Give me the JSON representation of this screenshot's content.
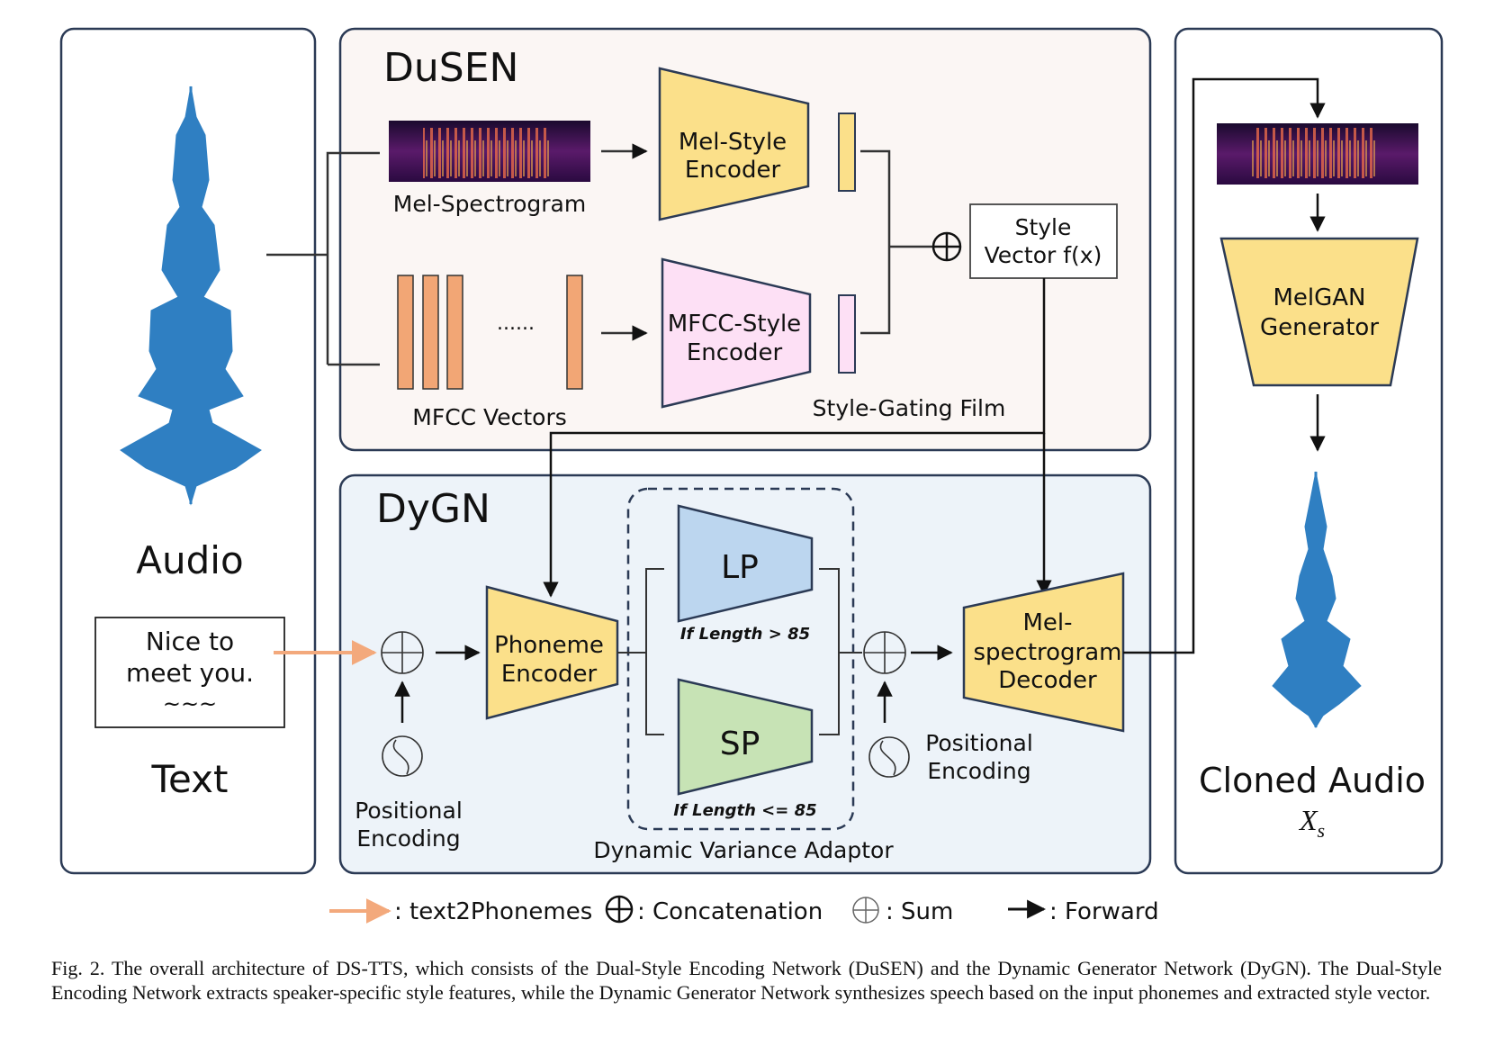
{
  "panels": {
    "dusen_title": "DuSEN",
    "dygn_title": "DyGN"
  },
  "input": {
    "audio_label": "Audio",
    "text_label": "Text",
    "text_box_line1": "Nice to",
    "text_box_line2": "meet you.",
    "text_box_line3": "~~~"
  },
  "dusen": {
    "mel_spectrogram_label": "Mel-Spectrogram",
    "mfcc_vectors_label": "MFCC Vectors",
    "mfcc_ellipsis": "......",
    "mel_encoder_line1": "Mel-Style",
    "mel_encoder_line2": "Encoder",
    "mfcc_encoder_line1": "MFCC-Style",
    "mfcc_encoder_line2": "Encoder",
    "style_vector_line1": "Style",
    "style_vector_line2": "Vector f(x)",
    "gating_label": "Style-Gating Film"
  },
  "dygn": {
    "phoneme_encoder_line1": "Phoneme",
    "phoneme_encoder_line2": "Encoder",
    "lp_label": "LP",
    "lp_condition": "If Length > 85",
    "sp_label": "SP",
    "sp_condition": "If Length <= 85",
    "adaptor_label": "Dynamic Variance Adaptor",
    "pos_enc_left_line1": "Positional",
    "pos_enc_left_line2": "Encoding",
    "pos_enc_right_line1": "Positional",
    "pos_enc_right_line2": "Encoding",
    "decoder_line1": "Mel-",
    "decoder_line2": "spectrogram",
    "decoder_line3": "Decoder"
  },
  "output": {
    "melgan_line1": "MelGAN",
    "melgan_line2": "Generator",
    "cloned_audio_label": "Cloned Audio",
    "cloned_audio_symbol": "X",
    "cloned_audio_subscript": "s"
  },
  "legend": {
    "text2phonemes": ": text2Phonemes",
    "concatenation": ": Concatenation",
    "sum": ": Sum",
    "forward": ": Forward"
  },
  "caption": "Fig. 2.  The overall architecture of DS-TTS, which consists of the Dual-Style Encoding Network (DuSEN) and the Dynamic Generator Network (DyGN). The Dual-Style Encoding Network extracts speaker-specific style features, while the Dynamic Generator Network synthesizes speech based on the input phonemes and extracted style vector.",
  "colors": {
    "panel_border": "#2b3a55",
    "dusen_fill": "#fbf6f4",
    "dygn_fill": "#edf3f9",
    "yellow_block": "#fbe08a",
    "pink_block": "#fde0f5",
    "lp_block": "#bcd6ef",
    "sp_block": "#c7e3b5",
    "mfcc_bars": "#f2a675",
    "waveform": "#2f7fc2",
    "text_arrow": "#f3a97c"
  }
}
